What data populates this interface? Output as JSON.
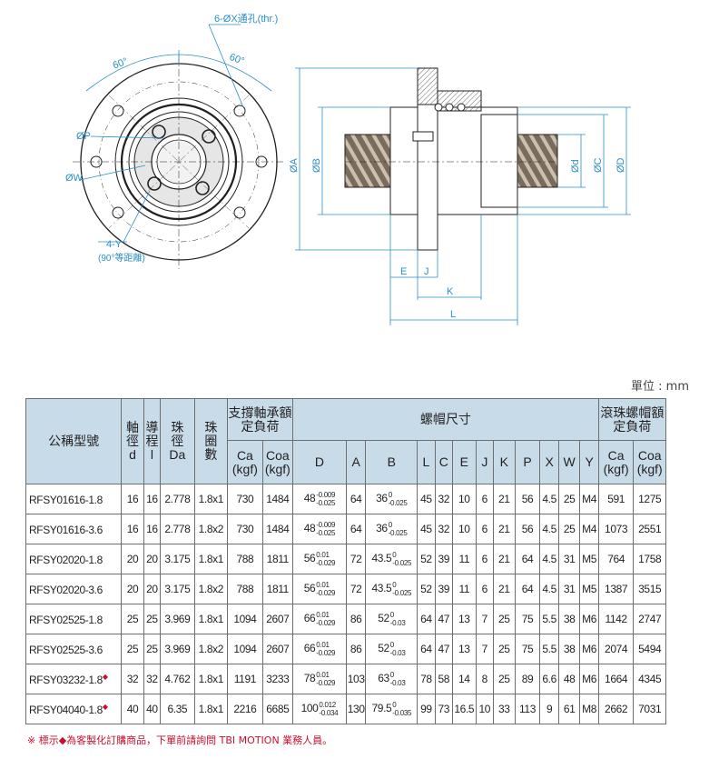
{
  "drawing_labels": {
    "holes": "6-ØX通孔(thr.)",
    "angle_left": "60°",
    "angle_right": "60°",
    "dia_p": "ØP",
    "dia_w": "ØW",
    "y_count": "4-Y",
    "y_note": "(90°等距離)",
    "dia_a": "ØA",
    "dia_b": "ØB",
    "dia_d_small": "Ød",
    "dia_c": "ØC",
    "dia_d": "ØD",
    "dim_e": "E",
    "dim_j": "J",
    "dim_k": "K",
    "dim_l": "L"
  },
  "unit": "單位 : mm",
  "headers": {
    "model": "公稱型號",
    "shaft_dia": [
      "軸",
      "徑",
      "d"
    ],
    "lead": [
      "導",
      "程",
      "l"
    ],
    "ball_dia": [
      "珠",
      "徑",
      "Da"
    ],
    "turns": [
      "珠",
      "圈",
      "數"
    ],
    "support_load": "支撐軸承額定負荷",
    "nut_dims": "螺帽尺寸",
    "ball_nut_load": "滾珠螺帽額定負荷",
    "ca": "Ca",
    "coa": "Coa",
    "kgf": "(kgf)",
    "cols": [
      "D",
      "A",
      "B",
      "L",
      "C",
      "E",
      "J",
      "K",
      "P",
      "X",
      "W",
      "Y"
    ]
  },
  "rows": [
    {
      "model": "RFSY01616-1.8",
      "mark": "",
      "d": "16",
      "l": "16",
      "da": "2.778",
      "turns": "1.8x1",
      "ca1": "730",
      "coa1": "1484",
      "D": "48",
      "D_up": "-0.009",
      "D_lo": "-0.025",
      "A": "64",
      "B": "36",
      "B_up": "0",
      "B_lo": "-0.025",
      "L": "45",
      "C": "32",
      "E": "10",
      "J": "6",
      "K": "21",
      "P": "56",
      "X": "4.5",
      "W": "25",
      "Y": "M4",
      "ca2": "591",
      "coa2": "1275"
    },
    {
      "model": "RFSY01616-3.6",
      "mark": "",
      "d": "16",
      "l": "16",
      "da": "2.778",
      "turns": "1.8x2",
      "ca1": "730",
      "coa1": "1484",
      "D": "48",
      "D_up": "-0.009",
      "D_lo": "-0.025",
      "A": "64",
      "B": "36",
      "B_up": "0",
      "B_lo": "-0.025",
      "L": "45",
      "C": "32",
      "E": "10",
      "J": "6",
      "K": "21",
      "P": "56",
      "X": "4.5",
      "W": "25",
      "Y": "M4",
      "ca2": "1073",
      "coa2": "2551"
    },
    {
      "model": "RFSY02020-1.8",
      "mark": "",
      "d": "20",
      "l": "20",
      "da": "3.175",
      "turns": "1.8x1",
      "ca1": "788",
      "coa1": "1811",
      "D": "56",
      "D_up": "0.01",
      "D_lo": "-0.029",
      "A": "72",
      "B": "43.5",
      "B_up": "0",
      "B_lo": "-0.025",
      "L": "52",
      "C": "39",
      "E": "11",
      "J": "6",
      "K": "21",
      "P": "64",
      "X": "4.5",
      "W": "31",
      "Y": "M5",
      "ca2": "764",
      "coa2": "1758"
    },
    {
      "model": "RFSY02020-3.6",
      "mark": "",
      "d": "20",
      "l": "20",
      "da": "3.175",
      "turns": "1.8x2",
      "ca1": "788",
      "coa1": "1811",
      "D": "56",
      "D_up": "0.01",
      "D_lo": "-0.029",
      "A": "72",
      "B": "43.5",
      "B_up": "0",
      "B_lo": "-0.025",
      "L": "52",
      "C": "39",
      "E": "11",
      "J": "6",
      "K": "21",
      "P": "64",
      "X": "4.5",
      "W": "31",
      "Y": "M5",
      "ca2": "1387",
      "coa2": "3515"
    },
    {
      "model": "RFSY02525-1.8",
      "mark": "",
      "d": "25",
      "l": "25",
      "da": "3.969",
      "turns": "1.8x1",
      "ca1": "1094",
      "coa1": "2607",
      "D": "66",
      "D_up": "0.01",
      "D_lo": "-0.029",
      "A": "86",
      "B": "52",
      "B_up": "0",
      "B_lo": "-0.03",
      "L": "64",
      "C": "47",
      "E": "13",
      "J": "7",
      "K": "25",
      "P": "75",
      "X": "5.5",
      "W": "38",
      "Y": "M6",
      "ca2": "1142",
      "coa2": "2747"
    },
    {
      "model": "RFSY02525-3.6",
      "mark": "",
      "d": "25",
      "l": "25",
      "da": "3.969",
      "turns": "1.8x2",
      "ca1": "1094",
      "coa1": "2607",
      "D": "66",
      "D_up": "0.01",
      "D_lo": "-0.029",
      "A": "86",
      "B": "52",
      "B_up": "0",
      "B_lo": "-0.03",
      "L": "64",
      "C": "47",
      "E": "13",
      "J": "7",
      "K": "25",
      "P": "75",
      "X": "5.5",
      "W": "38",
      "Y": "M6",
      "ca2": "2074",
      "coa2": "5494"
    },
    {
      "model": "RFSY03232-1.8",
      "mark": "◆",
      "d": "32",
      "l": "32",
      "da": "4.762",
      "turns": "1.8x1",
      "ca1": "1191",
      "coa1": "3233",
      "D": "78",
      "D_up": "0.01",
      "D_lo": "-0.029",
      "A": "103",
      "B": "63",
      "B_up": "0",
      "B_lo": "-0.03",
      "L": "78",
      "C": "58",
      "E": "14",
      "J": "8",
      "K": "25",
      "P": "89",
      "X": "6.6",
      "W": "48",
      "Y": "M6",
      "ca2": "1664",
      "coa2": "4345"
    },
    {
      "model": "RFSY04040-1.8",
      "mark": "◆",
      "d": "40",
      "l": "40",
      "da": "6.35",
      "turns": "1.8x1",
      "ca1": "2216",
      "coa1": "6685",
      "D": "100",
      "D_up": "0.012",
      "D_lo": "-0.034",
      "A": "130",
      "B": "79.5",
      "B_up": "0",
      "B_lo": "-0.035",
      "L": "99",
      "C": "73",
      "E": "16.5",
      "J": "10",
      "K": "33",
      "P": "113",
      "X": "9",
      "W": "61",
      "Y": "M8",
      "ca2": "2662",
      "coa2": "7031"
    }
  ],
  "footnote": "※ 標示◆為客製化訂購商品，下單前請詢問 TBI MOTION 業務人員。",
  "colors": {
    "header_bg": "#c7dbe9",
    "dimension_line": "#2a8fc9",
    "accent_red": "#c8102e"
  }
}
